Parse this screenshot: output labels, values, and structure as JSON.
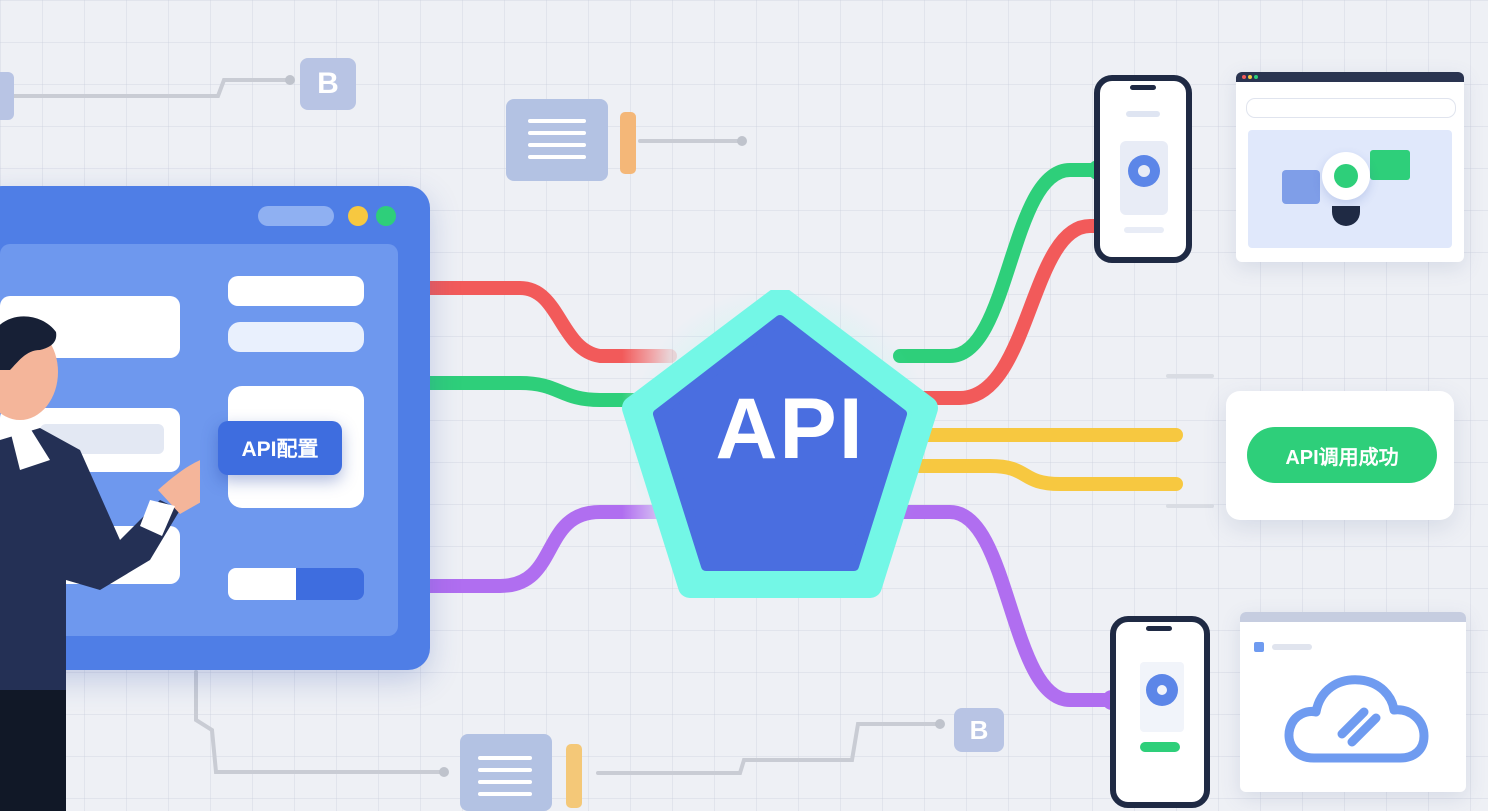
{
  "colors": {
    "background": "#eef0f5",
    "console": "#4f7ee6",
    "hub": "#4a6ee0",
    "hub_glow": "#5affeb",
    "wire_red": "#f25a5a",
    "wire_green": "#2ecf7a",
    "wire_yellow": "#f7c840",
    "wire_purple": "#b06ef0",
    "success": "#2ecf7a"
  },
  "console": {
    "config_button_label": "API配置"
  },
  "hub": {
    "label": "API"
  },
  "result": {
    "success_label": "API调用成功"
  },
  "tiles": {
    "top_letter": "B",
    "bottom_letter": "B"
  },
  "icons": [
    "person-illustration",
    "document-icon",
    "phone-device",
    "browser-window",
    "cloud-icon",
    "location-pin-icon"
  ]
}
